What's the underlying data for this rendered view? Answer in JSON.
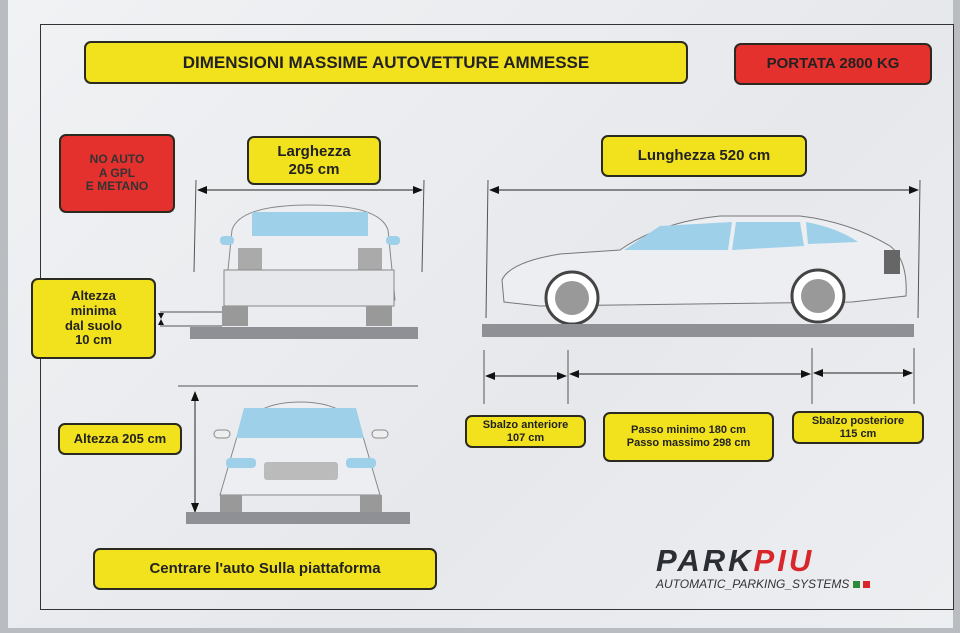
{
  "title": "DIMENSIONI MASSIME AUTOVETTURE AMMESSE",
  "capacity": "PORTATA 2800 KG",
  "warning": "NO AUTO\nA GPL\nE METANO",
  "width_label": "Larghezza\n205 cm",
  "length_label": "Lunghezza 520 cm",
  "ground_clearance": "Altezza\nminima\ndal suolo\n10 cm",
  "height_label": "Altezza 205 cm",
  "front_overhang": "Sbalzo anteriore\n107 cm",
  "wheelbase": "Passo minimo 180 cm\nPasso massimo 298 cm",
  "rear_overhang": "Sbalzo posteriore\n115 cm",
  "instruction": "Centrare l'auto Sulla piattaforma",
  "logo": {
    "park": "PARK",
    "piu": "PIU",
    "tagline": "AUTOMATIC_PARKING_SYSTEMS"
  },
  "colors": {
    "yellow": "#f2e21e",
    "red": "#e5312e",
    "glass": "#9fd0ea"
  }
}
